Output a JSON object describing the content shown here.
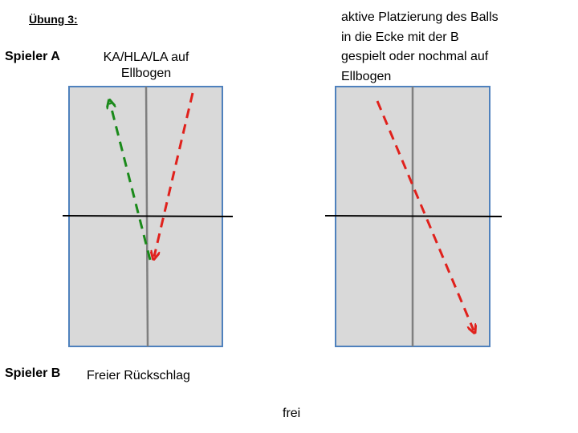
{
  "title": "Übung 3:",
  "players": {
    "a_label": "Spieler A",
    "b_label": "Spieler B"
  },
  "captions": {
    "left_top": "KA/HLA/LA auf Ellbogen",
    "left_bottom": "Freier Rückschlag",
    "right_top": "aktive Platzierung des Balls in die Ecke mit der B gespielt oder nochmal auf Ellbogen"
  },
  "footer": "frei",
  "colors": {
    "table_fill": "#d9d9d9",
    "table_border": "#4f81bd",
    "center_line": "#7f7f7f",
    "net": "#000000",
    "arrow_red": "#e0211c",
    "arrow_green": "#1a8a1a"
  }
}
